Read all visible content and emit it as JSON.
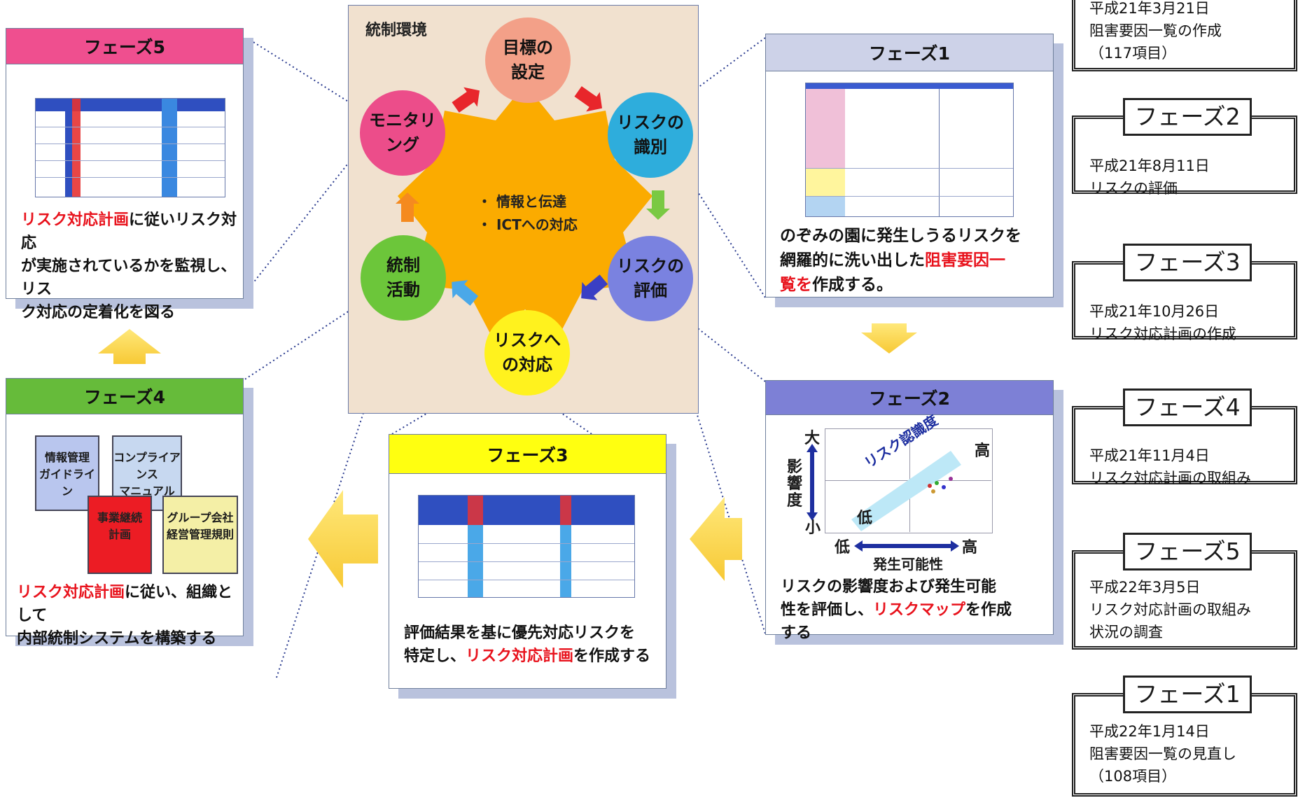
{
  "center": {
    "environment": "統制環境",
    "bullets": [
      "・ 情報と伝達",
      "・ ICTへの対応"
    ],
    "cycle": [
      {
        "line1": "目標の",
        "line2": "設定"
      },
      {
        "line1": "リスクの",
        "line2": "識別"
      },
      {
        "line1": "リスクの",
        "line2": "評価"
      },
      {
        "line1": "リスクへ",
        "line2": "の対応"
      },
      {
        "line1": "統制",
        "line2": "活動"
      },
      {
        "line1": "モニタリ",
        "line2": "ング"
      }
    ]
  },
  "phases": {
    "p1": {
      "title": "フェーズ1",
      "text": [
        "のぞみの園に発生しうるリスクを",
        "網羅的に洗い出した",
        "阻害要因一",
        "覧を",
        "作成する。"
      ]
    },
    "p2": {
      "title": "フェーズ2",
      "chart": {
        "y_label": "影響度",
        "x_label": "発生可能性",
        "big": "大",
        "small": "小",
        "low": "低",
        "high": "高",
        "band": "リスク認識度"
      },
      "text": [
        "リスクの影響度および発生可能",
        "性を評価し、",
        "リスクマップ",
        "を作成",
        "する"
      ]
    },
    "p3": {
      "title": "フェーズ3",
      "text": [
        "評価結果を基に優先対応リスクを",
        "特定し、",
        "リスク対応計画",
        "を作成する"
      ]
    },
    "p4": {
      "title": "フェーズ4",
      "binders": [
        [
          "情報管理",
          "ガイドライン"
        ],
        [
          "コンプライアンス",
          "マニュアル"
        ],
        [
          "事業継続",
          "計画"
        ],
        [
          "グループ会社",
          "経営管理規則"
        ]
      ],
      "text": [
        "リスク対応計画",
        "に従い、組織として",
        "内部統制システムを構築する"
      ]
    },
    "p5": {
      "title": "フェーズ5",
      "text": [
        "リスク対応計画",
        "に従いリスク対応",
        "が実施されているかを監視し、リス",
        "ク対応の定着化を図る"
      ]
    }
  },
  "timeline": [
    {
      "label": "",
      "lines": [
        "平成21年3月21日",
        "阻害要因一覧の作成",
        "（117項目）"
      ]
    },
    {
      "label": "フェーズ2",
      "lines": [
        "平成21年8月11日",
        "リスクの評価"
      ]
    },
    {
      "label": "フェーズ3",
      "lines": [
        "平成21年10月26日",
        "リスク対応計画の作成"
      ]
    },
    {
      "label": "フェーズ4",
      "lines": [
        "平成21年11月4日",
        "リスク対応計画の取組み"
      ]
    },
    {
      "label": "フェーズ5",
      "lines": [
        "平成22年3月5日",
        "リスク対応計画の取組み",
        "状況の調査"
      ]
    },
    {
      "label": "フェーズ1",
      "lines": [
        "平成22年1月14日",
        "阻害要因一覧の見直し",
        "（108項目）"
      ]
    }
  ],
  "colors": {
    "phase1_head": "#cdd2e8",
    "phase2_head": "#7d80d6",
    "phase3_head": "#ffff10",
    "phase4_head": "#66bb3a",
    "phase5_head": "#ef4f8f",
    "star": "#fbab00",
    "panel": "#f1e1cf"
  }
}
